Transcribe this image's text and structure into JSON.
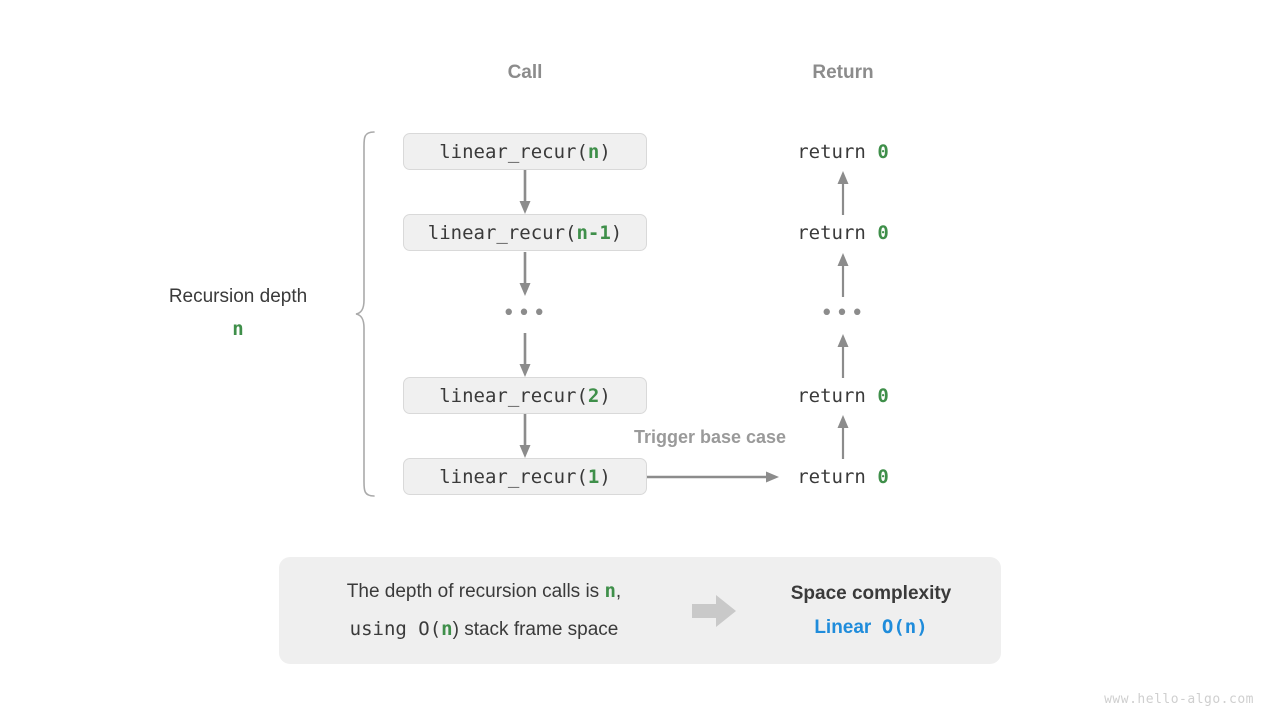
{
  "headers": {
    "call": "Call",
    "return": "Return"
  },
  "depth_bracket": {
    "label": "Recursion depth",
    "value": "n"
  },
  "call_stack": [
    {
      "prefix": "linear_recur(",
      "arg": "n",
      "suffix": ")"
    },
    {
      "prefix": "linear_recur(",
      "arg": "n-1",
      "suffix": ")"
    },
    {
      "prefix": "linear_recur(",
      "arg": "2",
      "suffix": ")"
    },
    {
      "prefix": "linear_recur(",
      "arg": "1",
      "suffix": ")"
    }
  ],
  "call_ellipsis": "•••",
  "returns": [
    {
      "text": "return ",
      "value": "0"
    },
    {
      "text": "return ",
      "value": "0"
    },
    {
      "text": "return ",
      "value": "0"
    },
    {
      "text": "return ",
      "value": "0"
    }
  ],
  "return_ellipsis": "•••",
  "trigger_label": "Trigger base case",
  "summary": {
    "line1_a": "The depth of recursion calls is ",
    "line1_n": "n",
    "line1_b": ",",
    "line2_a": "using O(",
    "line2_n": "n",
    "line2_b": ") stack frame space",
    "conclusion_title": "Space complexity",
    "conclusion_kind": "Linear",
    "conclusion_notation": "O(n)"
  },
  "watermark": "www.hello-algo.com",
  "colors": {
    "accent_green": "#3f8f4a",
    "accent_blue": "#1f8cdb",
    "box_fill": "#f0f0f0",
    "box_border": "#d9d9d9",
    "arrow_gray": "#8c8c8c",
    "panel_fill": "#efefef",
    "text_dark": "#3a3a3a",
    "text_muted": "#8c8c8c"
  }
}
